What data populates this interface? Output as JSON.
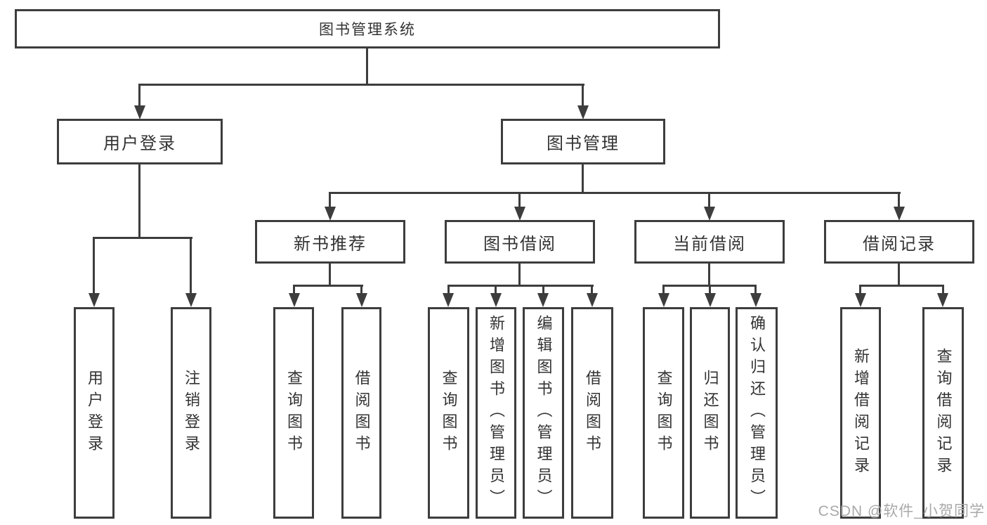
{
  "diagram": {
    "root": {
      "label": "图书管理系统"
    },
    "level2": [
      {
        "label": "用户登录"
      },
      {
        "label": "图书管理"
      }
    ],
    "level3": [
      {
        "label": "新书推荐"
      },
      {
        "label": "图书借阅"
      },
      {
        "label": "当前借阅"
      },
      {
        "label": "借阅记录"
      }
    ],
    "leaves": {
      "user": [
        "用户登录",
        "注销登录"
      ],
      "recommend": [
        "查询图书",
        "借阅图书"
      ],
      "borrow": [
        "查询图书",
        "新增图书（管理员）",
        "编辑图书（管理员）",
        "借阅图书"
      ],
      "current": [
        "查询图书",
        "归还图书",
        "确认归还（管理员）"
      ],
      "records": [
        "新增借阅记录",
        "查询借阅记录"
      ]
    }
  },
  "watermark": {
    "text": "CSDN @软件_小贺同学"
  },
  "colors": {
    "line": "#3d3d3d",
    "text": "#333333",
    "watermark": "#a9a9a9",
    "background": "#ffffff"
  }
}
